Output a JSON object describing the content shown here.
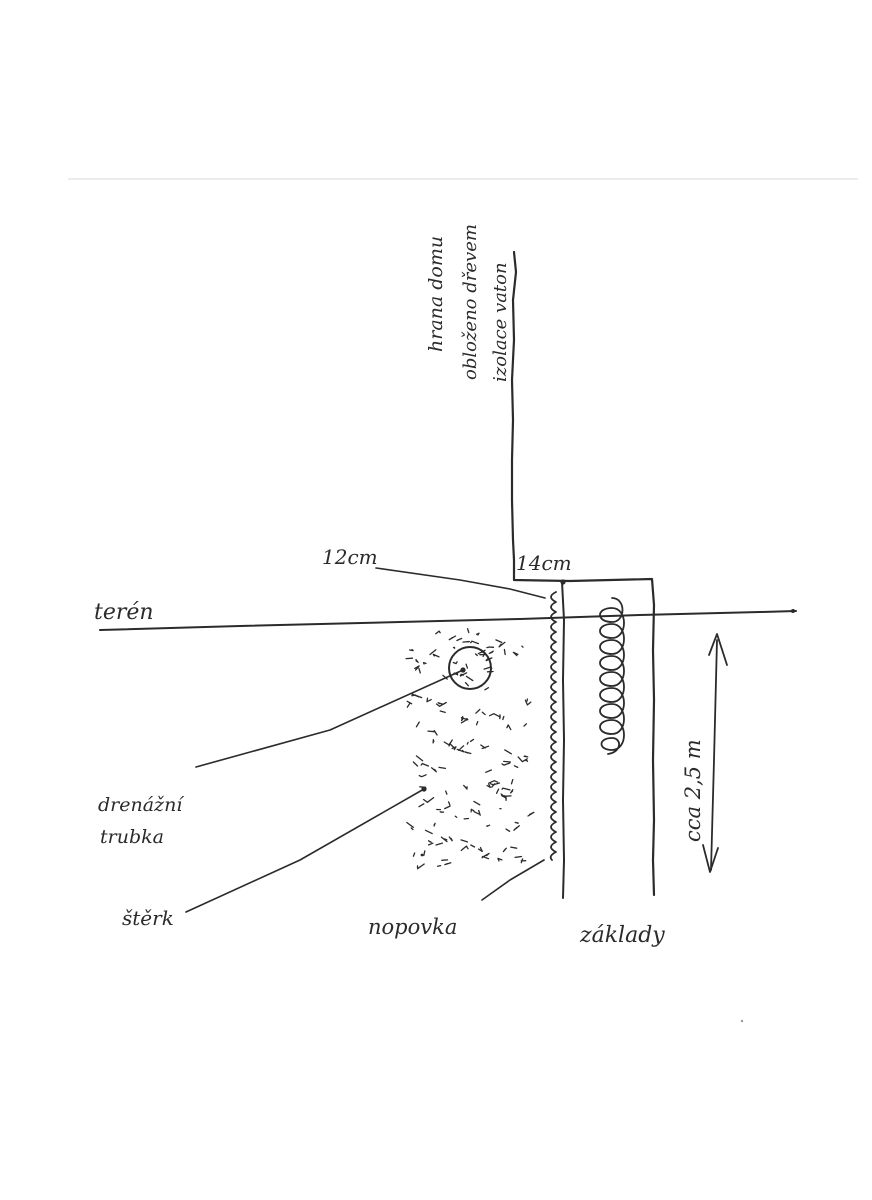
{
  "labels": {
    "wall_note": [
      "hrana domu",
      "obloženo dřevem",
      "izolace vaton"
    ],
    "dim_12": "12cm",
    "dim_14": "14cm",
    "terrain": "terén",
    "pipe": [
      "drenážní",
      "trubka"
    ],
    "gravel": "štěrk",
    "membrane": "nopovka",
    "foundation": "základy",
    "depth": "cca 2,5 m"
  },
  "colors": {
    "ink": "#2b2b2b",
    "paper": "#ffffff",
    "edge": "#e3e3e3"
  }
}
